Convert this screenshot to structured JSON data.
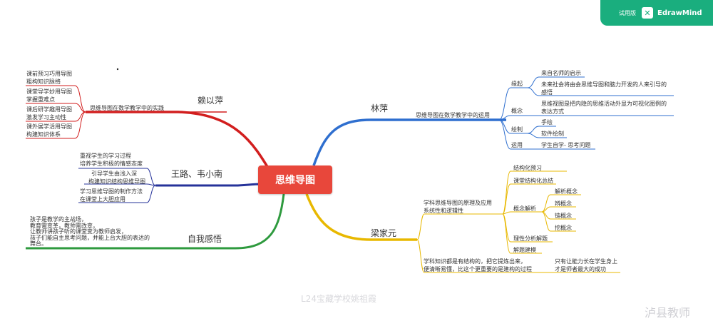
{
  "badge": {
    "trial": "试用版",
    "logo_icon": "edrawmind-logo-icon",
    "brand": "EdrawMind"
  },
  "center": "思维导图",
  "colors": {
    "red": "#d21e1e",
    "blue": "#2f6fcf",
    "yellow": "#e8b800",
    "green": "#2e9a3e",
    "navy": "#26339a",
    "center": "#e8473b",
    "badge": "#1aae7e"
  },
  "branches": {
    "lai": {
      "name": "赖以萍",
      "topic": "思维导图在数学教学中的实践",
      "items": [
        [
          "课前预习巧用导图",
          "粗构知识脉络"
        ],
        [
          "课堂导学妙用导图",
          "掌握重难点"
        ],
        [
          "课后研学趣用导图",
          "激发学习主动性"
        ],
        [
          "课外展学活用导图",
          "构建知识体系"
        ]
      ]
    },
    "wang": {
      "name": "王路、韦小南",
      "items": [
        [
          "重视学生的学习过程",
          "培养学生积极的情感态度"
        ],
        [
          "引导学生由浅入深",
          "构建知识结构思维导图"
        ],
        [
          "学习思维导图的制作方法",
          "在课堂上大胆应用"
        ]
      ]
    },
    "ziwo": {
      "name": "自我感悟",
      "lines": [
        "孩子是教学的主战场，",
        "教育需变革，教师需改变，",
        "让教师讲孩子听的课堂变为教师启发，",
        "孩子们能自主思考问题，并能上台大胆的表达的",
        "舞台。"
      ]
    },
    "lin": {
      "name": "林萍",
      "topic": "思维导图在数学教学中的运用",
      "groups": [
        {
          "label": "缘起",
          "items": [
            [
              "来自名师的启示"
            ],
            [
              "未来社会将由会思维导图和脑力开发的人来引导的",
              "感悟"
            ]
          ]
        },
        {
          "label": "概念",
          "items": [
            [
              "思维视图是把内隐的思维活动外显为可视化图例的",
              "表达方式"
            ]
          ]
        },
        {
          "label": "绘制",
          "items": [
            [
              "手绘"
            ],
            [
              "软件绘制"
            ]
          ]
        },
        {
          "label": "运用",
          "items": [
            [
              "学生自学- 思考问题"
            ]
          ]
        }
      ]
    },
    "liang": {
      "name": "梁家元",
      "topic1": [
        "学科思维导图的原理及应用",
        "系统性和逻辑性"
      ],
      "sub": [
        "结构化预习",
        "课堂结构化总结",
        "概念解析",
        "理性分析解题",
        "解题建模"
      ],
      "concepts": [
        "解析概念",
        "辨概念",
        "链概念",
        "挖概念"
      ],
      "topic2": [
        "学科知识都是有结构的，把它提炼出来，",
        "便清晰易懂，比这个更重要的是建构的过程"
      ],
      "topic2_note": [
        "只有让能力长在学生身上",
        "才是师者最大的成功"
      ]
    }
  },
  "watermark": "L24宝藏学校姚祖霞",
  "watermark2": "泸县教师"
}
